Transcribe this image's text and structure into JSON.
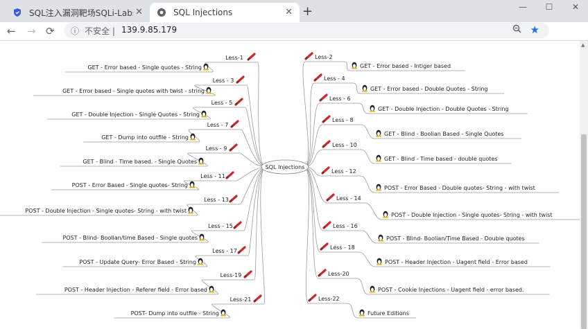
{
  "browser": {
    "tabs": [
      {
        "title": "SQL注入漏洞靶场SQLi-Labs_安全",
        "close": "✕"
      },
      {
        "title": "SQL Injections",
        "close": "✕"
      }
    ],
    "new_tab": "+",
    "window_controls": [
      "—",
      "☐",
      "✕"
    ],
    "nav": {
      "back": "←",
      "forward": "→",
      "reload": "⟳"
    },
    "address": {
      "info_icon": "ⓘ",
      "security_label": "不安全",
      "separator": "|",
      "url": "139.9.85.179"
    },
    "menu": "⋮"
  },
  "mindmap": {
    "center": "SQL Injections",
    "left": [
      {
        "lesson": "Less-1",
        "desc": "GET - Error based - Single quotes - String"
      },
      {
        "lesson": "Less - 3",
        "desc": "GET - Error based - Single quotes with twist - string"
      },
      {
        "lesson": "Less - 5",
        "desc": "GET - Double Injection - Single Quotes - String"
      },
      {
        "lesson": "Less - 7",
        "desc": "GET - Dump into outfile - String"
      },
      {
        "lesson": "Less - 9",
        "desc": "GET - Blind - Time based. -  Single Quotes"
      },
      {
        "lesson": "Less - 11",
        "desc": "POST - Error Based - Single quotes- String"
      },
      {
        "lesson": "Less - 13",
        "desc": "POST - Double Injection - Single quotes- String - with twist"
      },
      {
        "lesson": "Less - 15",
        "desc": "POST - Blind- Boolian/time Based - Single quotes"
      },
      {
        "lesson": "Less - 17",
        "desc": "POST - Update Query- Error Based - String"
      },
      {
        "lesson": "Less-19",
        "desc": "POST - Header Injection - Referer field - Error based"
      },
      {
        "lesson": "Less-21",
        "desc": "POST- Dump into outfile - String"
      }
    ],
    "right": [
      {
        "lesson": "Less-2",
        "desc": "GET - Error based - Intiger based"
      },
      {
        "lesson": "Less - 4",
        "desc": "GET - Error based - Double Quotes - String"
      },
      {
        "lesson": "Less - 6",
        "desc": "GET - Double Injection - Double Quotes - String"
      },
      {
        "lesson": "Less - 8",
        "desc": "GET - Blind - Boolian Based - Single Quotes"
      },
      {
        "lesson": "Less - 10",
        "desc": "GET - Blind - Time based - double quotes"
      },
      {
        "lesson": "Less - 12",
        "desc": "POST - Error Based - Double quotes- String - with twist"
      },
      {
        "lesson": "Less - 14",
        "desc": "POST - Double Injection - Single quotes- String - with twist"
      },
      {
        "lesson": "Less - 16",
        "desc": "POST - Blind- Boolian/Time Based - Double quotes"
      },
      {
        "lesson": "Less - 18",
        "desc": "POST - Header Injection - Uagent field - Error based"
      },
      {
        "lesson": "Less-20",
        "desc": "POST - Cookie Injections - Uagent field - error based."
      },
      {
        "lesson": "Less-22",
        "desc": "Future Editions"
      }
    ]
  }
}
